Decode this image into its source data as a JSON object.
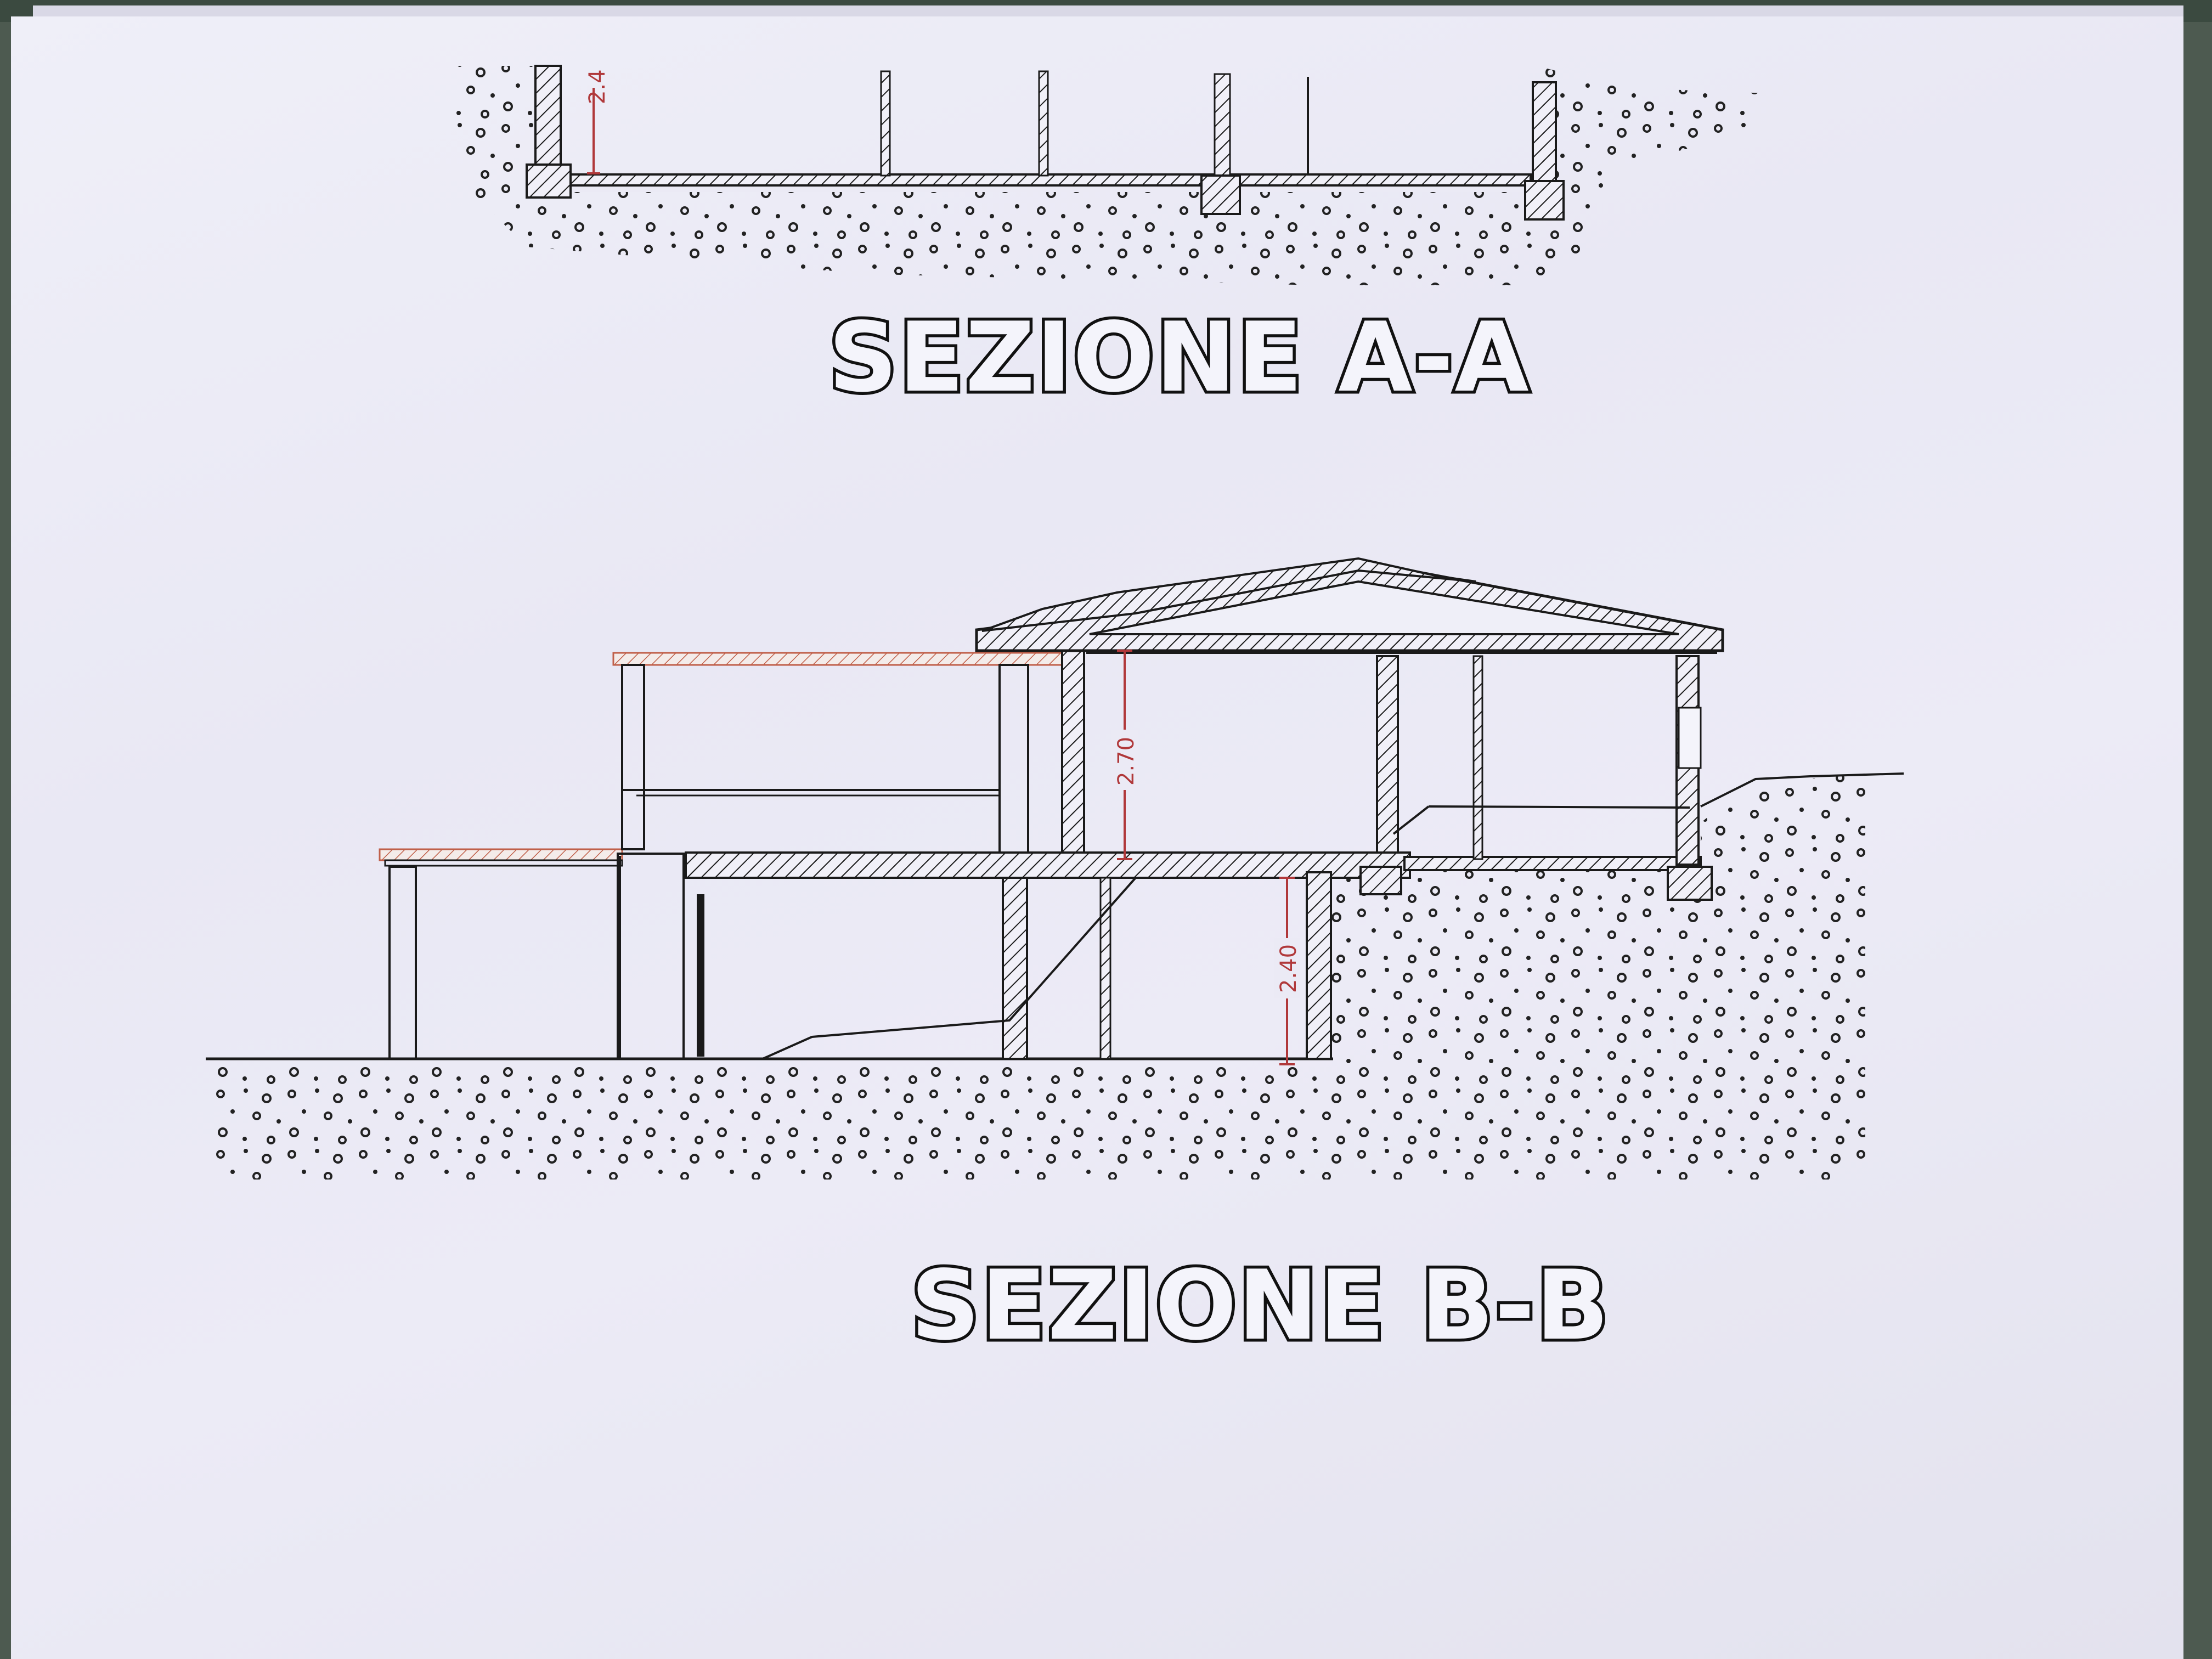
{
  "section_a": {
    "title": "SEZIONE A-A",
    "dimension_label": "2.4"
  },
  "section_b": {
    "title": "SEZIONE B-B",
    "upper_height_label": "2.70",
    "lower_height_label": "2.40"
  },
  "colors": {
    "ink": "#1a1a1a",
    "dimension": "#b0383a",
    "paper": "#ebeaf5",
    "pergola": "#c0604a"
  }
}
